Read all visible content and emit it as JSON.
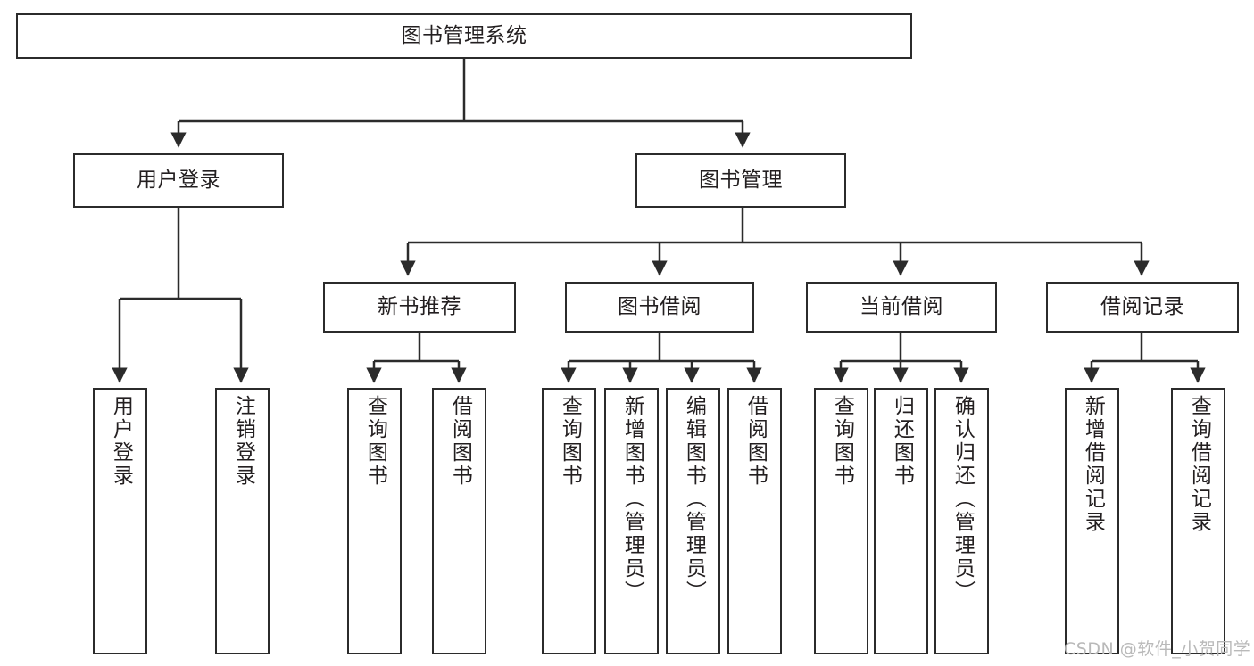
{
  "diagram": {
    "title": "图书管理系统",
    "type": "hierarchy-tree",
    "colors": {
      "background": "#ffffff",
      "stroke": "#2b2b2b",
      "text": "#231f20",
      "watermark": "#b9b9b9"
    },
    "levels": {
      "root": {
        "label": "图书管理系统"
      },
      "level2": [
        {
          "label": "用户登录"
        },
        {
          "label": "图书管理"
        }
      ],
      "level3": [
        {
          "label": "新书推荐"
        },
        {
          "label": "图书借阅"
        },
        {
          "label": "当前借阅"
        },
        {
          "label": "借阅记录"
        }
      ],
      "leaves": [
        {
          "label": "用户登录",
          "parent": "用户登录"
        },
        {
          "label": "注销登录",
          "parent": "用户登录"
        },
        {
          "label": "查询图书",
          "parent": "新书推荐"
        },
        {
          "label": "借阅图书",
          "parent": "新书推荐"
        },
        {
          "label": "查询图书",
          "parent": "图书借阅"
        },
        {
          "label": "新增图书（管理员）",
          "parent": "图书借阅"
        },
        {
          "label": "编辑图书（管理员）",
          "parent": "图书借阅"
        },
        {
          "label": "借阅图书",
          "parent": "图书借阅"
        },
        {
          "label": "查询图书",
          "parent": "当前借阅"
        },
        {
          "label": "归还图书",
          "parent": "当前借阅"
        },
        {
          "label": "确认归还（管理员）",
          "parent": "当前借阅"
        },
        {
          "label": "新增借阅记录",
          "parent": "借阅记录"
        },
        {
          "label": "查询借阅记录",
          "parent": "借阅记录"
        }
      ]
    }
  },
  "watermark": {
    "text": "CSDN @软件_小贺同学"
  }
}
